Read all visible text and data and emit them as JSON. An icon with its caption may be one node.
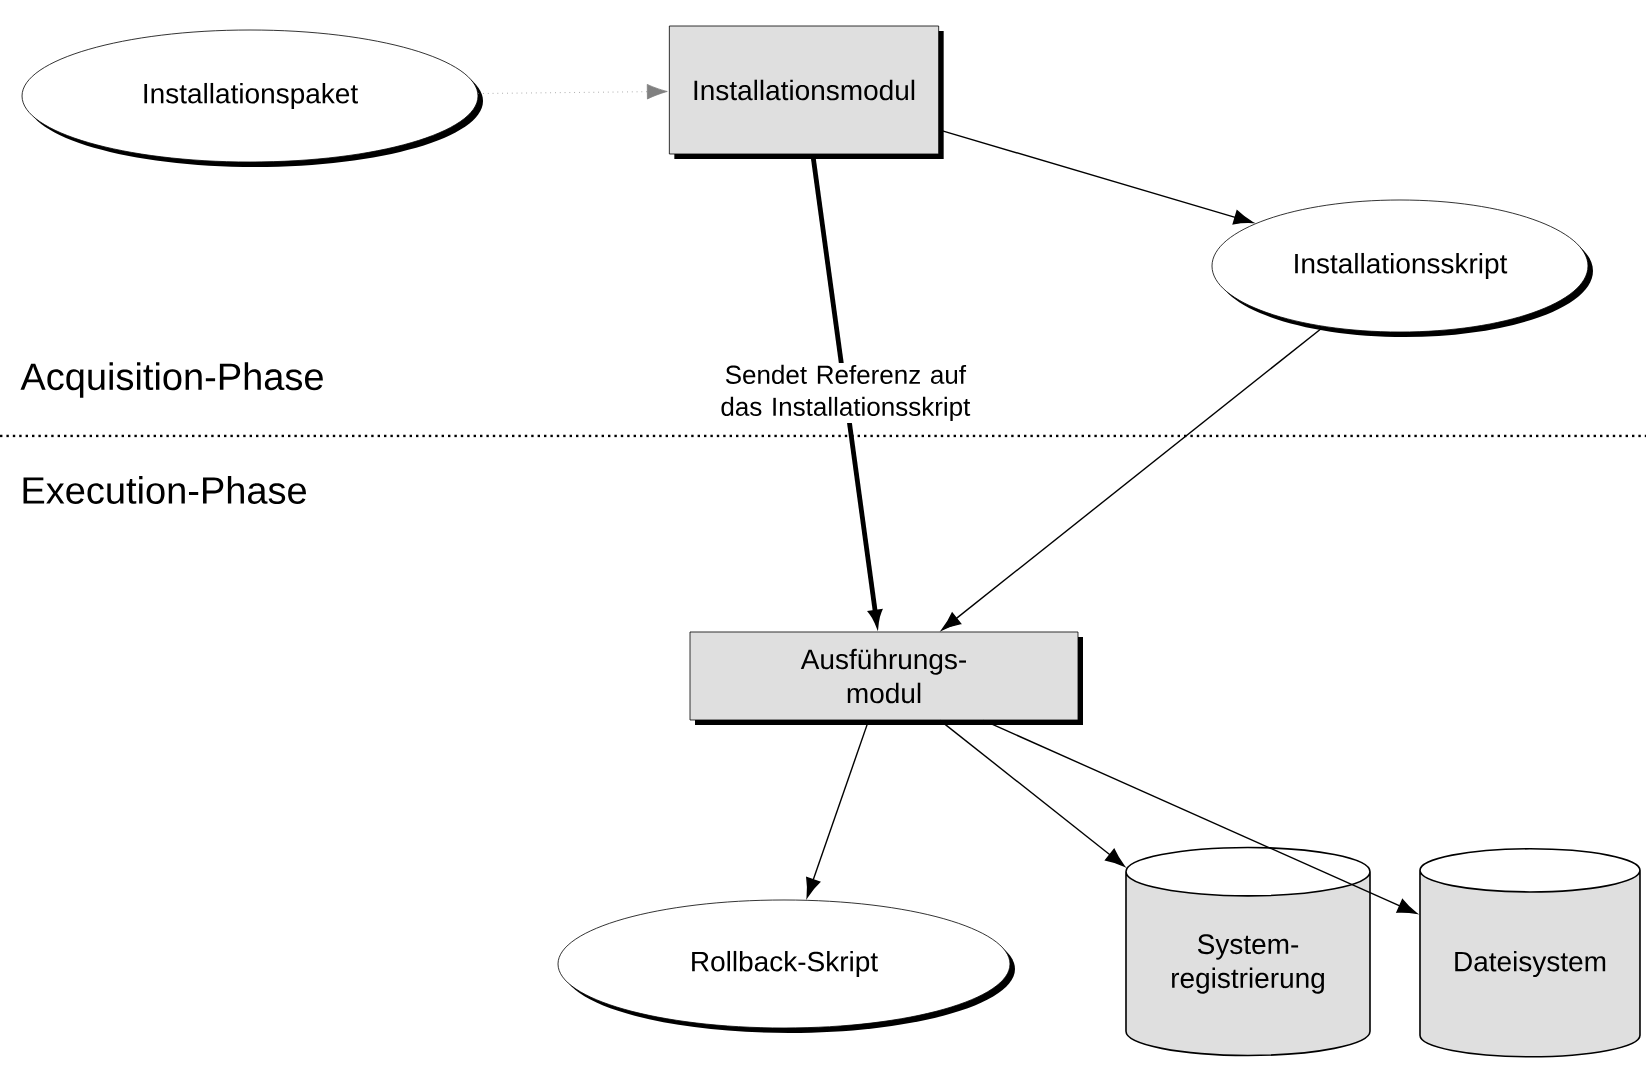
{
  "diagram": {
    "nodes": [
      {
        "text": [
          "Installationspaket"
        ]
      },
      {
        "text": [
          "Installationsmodul"
        ]
      },
      {
        "text": [
          "Installationsskript"
        ]
      },
      {
        "text": [
          "Ausführungs- modul"
        ]
      },
      {
        "text": [
          "Rollback-Skript"
        ]
      },
      {
        "text": [
          "System- registrierung"
        ]
      },
      {
        "text": [
          "Dateisystem"
        ]
      }
    ],
    "edges": [
      {
        "from": 0,
        "to": 1,
        "arrow": "to",
        "style": "dashed",
        "color": "#808080"
      },
      {
        "from": 1,
        "to": 2,
        "arrow": "to"
      },
      {
        "from": 1,
        "to": 3,
        "arrow": "to",
        "style": "thick",
        "label": "Sendet Referenz auf das Installationsskript"
      },
      {
        "from": 2,
        "to": 3,
        "arrow": "to"
      },
      {
        "from": 3,
        "to": 4,
        "arrow": "to"
      },
      {
        "from": 3,
        "to": 5,
        "arrow": "to"
      },
      {
        "from": 3,
        "to": 6,
        "arrow": "to"
      }
    ],
    "labels": [
      "Acquisition-Phase",
      "Execution-Phase"
    ]
  }
}
